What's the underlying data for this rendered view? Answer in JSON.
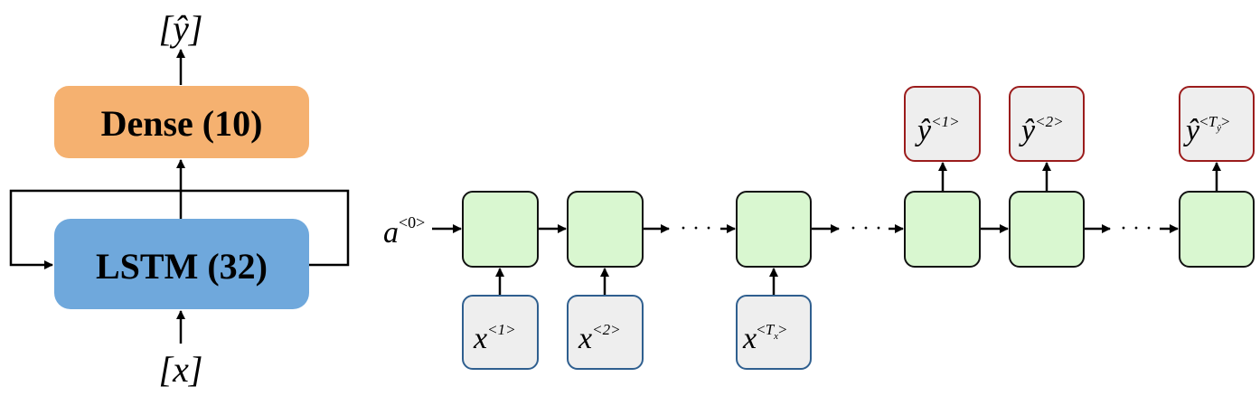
{
  "left_diagram": {
    "output_label": "[ŷ]",
    "input_label": "[x]",
    "dense_label": "Dense (10)",
    "lstm_label": "LSTM (32)"
  },
  "right_diagram": {
    "initial_state": {
      "base": "a",
      "sup": "<0>"
    },
    "inputs": [
      {
        "base": "x",
        "sup": "<1>"
      },
      {
        "base": "x",
        "sup": "<2>"
      },
      {
        "base": "x",
        "sup_open": "<",
        "sup_var": "T",
        "sup_sub": "x",
        "sup_close": ">"
      }
    ],
    "outputs": [
      {
        "base": "ŷ",
        "sup": "<1>"
      },
      {
        "base": "ŷ",
        "sup": "<2>"
      },
      {
        "base": "ŷ",
        "sup_open": "<",
        "sup_var": "T",
        "sup_sub": "ŷ",
        "sup_close": ">"
      }
    ],
    "ellipsis": "· · ·"
  },
  "colors": {
    "dense_fill": "#f5b170",
    "lstm_fill": "#6fa8dc",
    "cell_fill": "#d9f7d0",
    "cell_stroke": "#111111",
    "input_fill": "#eeeeee",
    "input_stroke": "#2f5f8f",
    "output_fill": "#eeeeee",
    "output_stroke": "#9b1c1c",
    "line": "#000000"
  }
}
